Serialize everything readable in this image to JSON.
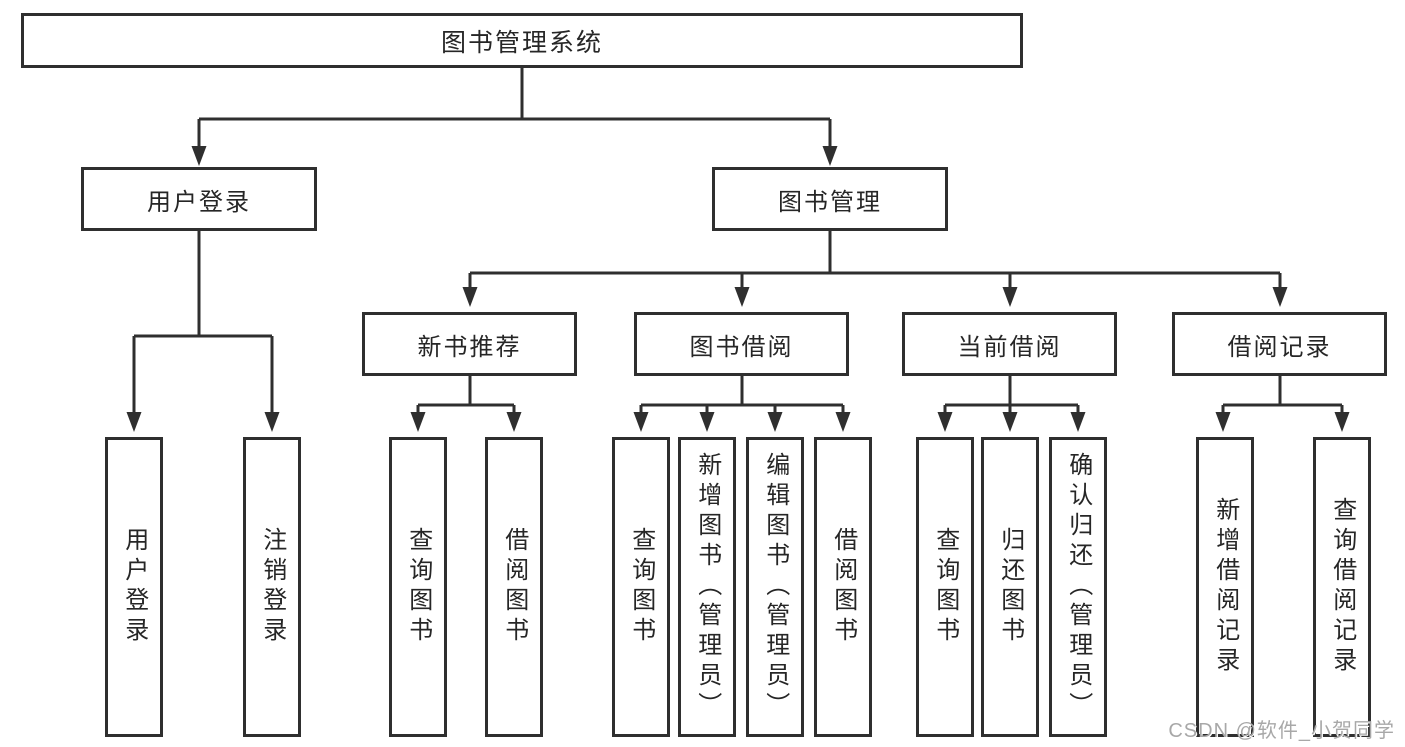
{
  "diagram": {
    "title": "图书管理系统",
    "user": {
      "label": "用户登录",
      "leaves": [
        "用户登录",
        "注销登录"
      ]
    },
    "mgmt": {
      "label": "图书管理",
      "groups": [
        {
          "label": "新书推荐",
          "leaves": [
            "查询图书",
            "借阅图书"
          ]
        },
        {
          "label": "图书借阅",
          "leaves": [
            "查询图书",
            "新增图书（管理员）",
            "编辑图书（管理员）",
            "借阅图书"
          ]
        },
        {
          "label": "当前借阅",
          "leaves": [
            "查询图书",
            "归还图书",
            "确认归还（管理员）"
          ]
        },
        {
          "label": "借阅记录",
          "leaves": [
            "新增借阅记录",
            "查询借阅记录"
          ]
        }
      ]
    },
    "watermark": "CSDN @软件_小贺同学",
    "colors": {
      "line": "#2f2f2f",
      "text": "#262626",
      "watermark": "#a8a8a8",
      "background": "#ffffff"
    }
  }
}
